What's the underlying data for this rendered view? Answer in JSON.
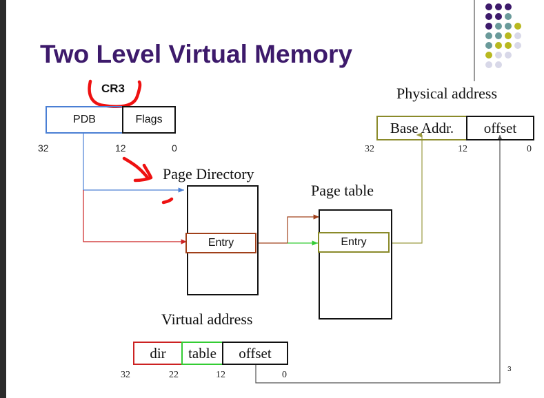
{
  "slide": {
    "title": "Two Level Virtual Memory",
    "slide_number": "3"
  },
  "cr3": {
    "label": "CR3",
    "pdb": "PDB",
    "flags": "Flags",
    "bits": [
      "32",
      "12",
      "0"
    ]
  },
  "page_directory": {
    "label": "Page Directory",
    "entry": "Entry"
  },
  "page_table": {
    "label": "Page table",
    "entry": "Entry"
  },
  "physical_address": {
    "label": "Physical address",
    "base": "Base Addr.",
    "offset": "offset",
    "bits": [
      "32",
      "12",
      "0"
    ]
  },
  "virtual_address": {
    "label": "Virtual address",
    "dir": "dir",
    "table": "table",
    "offset": "offset",
    "bits": [
      "32",
      "22",
      "12",
      "0"
    ]
  },
  "colors": {
    "title": "#3d1a6b",
    "pdb_border": "#4a7fd4",
    "dir_border": "#cc2222",
    "table_border": "#33cc33",
    "base_border": "#8a8a2a",
    "annotation": "#ee1111",
    "dots": [
      "#3d1a6b",
      "#6a9a9a",
      "#b8b820",
      "#d8d8e8"
    ]
  }
}
